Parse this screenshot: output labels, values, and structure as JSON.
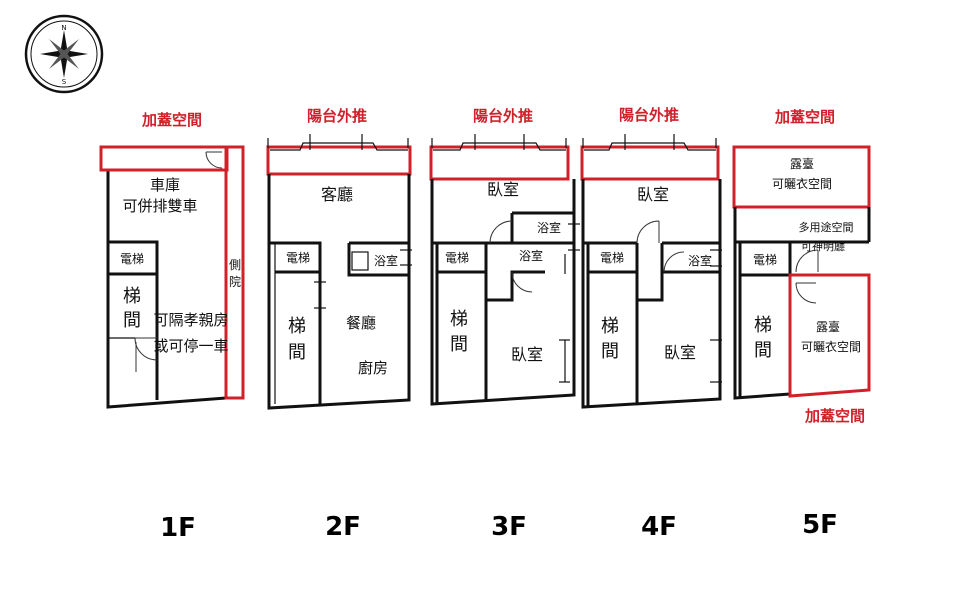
{
  "compass": {
    "north": "N",
    "south": "S"
  },
  "red_labels": {
    "f1_top": "加蓋空間",
    "f2_top": "陽台外推",
    "f3_top": "陽台外推",
    "f4_top": "陽台外推",
    "f5_top": "加蓋空間",
    "f5_bottom": "加蓋空間"
  },
  "floors": {
    "f1": {
      "label": "1F",
      "garage_1": "車庫",
      "garage_2": "可併排雙車",
      "elevator": "電梯",
      "stairs_1": "梯",
      "stairs_2": "間",
      "room_1": "可隔孝親房",
      "room_2": "或可停一車",
      "side_1": "側",
      "side_2": "院"
    },
    "f2": {
      "label": "2F",
      "living": "客廳",
      "elevator": "電梯",
      "bath": "浴室",
      "stairs_1": "梯",
      "stairs_2": "間",
      "dining": "餐廳",
      "kitchen": "廚房"
    },
    "f3": {
      "label": "3F",
      "bedroom_top": "臥室",
      "bath_1": "浴室",
      "elevator": "電梯",
      "bath_2": "浴室",
      "stairs_1": "梯",
      "stairs_2": "間",
      "bedroom": "臥室"
    },
    "f4": {
      "label": "4F",
      "bedroom_top": "臥室",
      "elevator": "電梯",
      "bath": "浴室",
      "stairs_1": "梯",
      "stairs_2": "間",
      "bedroom": "臥室"
    },
    "f5": {
      "label": "5F",
      "terrace_1": "露臺",
      "terrace_2": "可曬衣空間",
      "multi_1": "多用途空間",
      "multi_2": "可神明廳",
      "elevator": "電梯",
      "stairs_1": "梯",
      "stairs_2": "間",
      "terrace_b1": "露臺",
      "terrace_b2": "可曬衣空間"
    }
  }
}
